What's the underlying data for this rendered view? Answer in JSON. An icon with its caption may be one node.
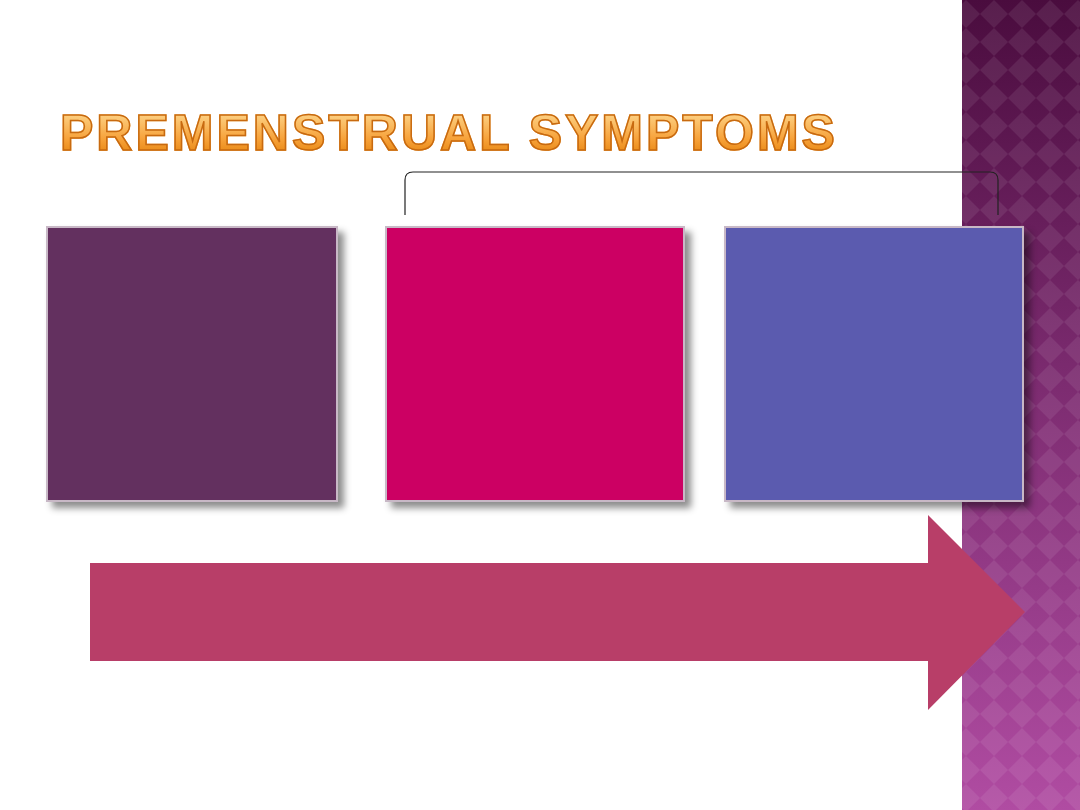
{
  "diagram": {
    "title": "PREMENSTRUAL SYMPTOMS",
    "nodes": [
      {
        "text": [],
        "shape": "box"
      },
      {
        "text": [],
        "shape": "box"
      },
      {
        "text": [],
        "shape": "box"
      }
    ]
  }
}
